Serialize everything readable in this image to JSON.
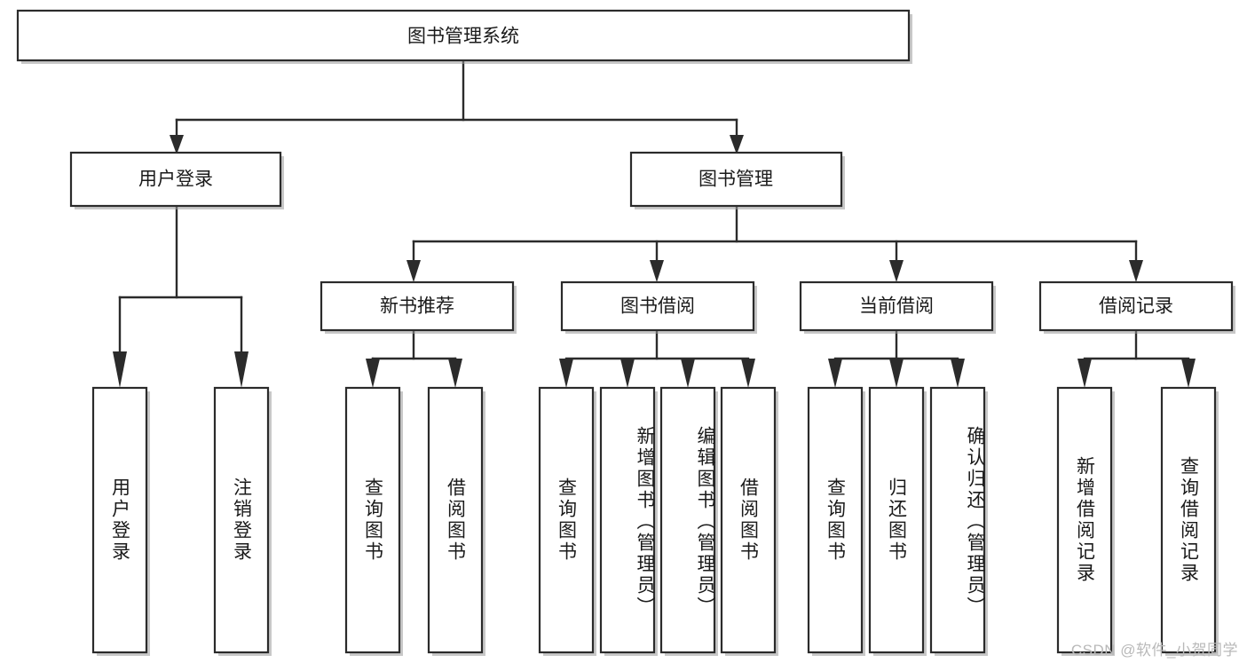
{
  "diagram": {
    "type": "tree",
    "title": "图书管理系统",
    "orientation": "top-down",
    "levels": 4,
    "watermark": "CSDN @软件_小贺同学",
    "colors": {
      "box_fill": "#ffffff",
      "box_stroke": "#2b2b2b",
      "text": "#1a1a1a",
      "background": "#ffffff",
      "watermark": "#b9b9b9"
    },
    "root": {
      "label": "图书管理系统"
    },
    "level2": [
      {
        "id": "user-login",
        "label": "用户登录"
      },
      {
        "id": "book-management",
        "label": "图书管理"
      }
    ],
    "level3": [
      {
        "id": "new-book-recommend",
        "label": "新书推荐",
        "parent": "book-management"
      },
      {
        "id": "book-borrow",
        "label": "图书借阅",
        "parent": "book-management"
      },
      {
        "id": "current-borrow",
        "label": "当前借阅",
        "parent": "book-management"
      },
      {
        "id": "borrow-record",
        "label": "借阅记录",
        "parent": "book-management"
      }
    ],
    "leaves": {
      "user-login": [
        {
          "id": "leaf-user-login",
          "label": "用户登录"
        },
        {
          "id": "leaf-user-logout",
          "label": "注销登录"
        }
      ],
      "new-book-recommend": [
        {
          "id": "leaf-query-book-1",
          "label": "查询图书"
        },
        {
          "id": "leaf-borrow-book-1",
          "label": "借阅图书"
        }
      ],
      "book-borrow": [
        {
          "id": "leaf-query-book-2",
          "label": "查询图书"
        },
        {
          "id": "leaf-add-book",
          "label": "新增图书（管理员）"
        },
        {
          "id": "leaf-edit-book",
          "label": "编辑图书（管理员）"
        },
        {
          "id": "leaf-borrow-book-2",
          "label": "借阅图书"
        }
      ],
      "current-borrow": [
        {
          "id": "leaf-query-book-3",
          "label": "查询图书"
        },
        {
          "id": "leaf-return-book",
          "label": "归还图书"
        },
        {
          "id": "leaf-confirm-return",
          "label": "确认归还（管理员）"
        }
      ],
      "borrow-record": [
        {
          "id": "leaf-add-record",
          "label": "新增借阅记录"
        },
        {
          "id": "leaf-query-record",
          "label": "查询借阅记录"
        }
      ]
    }
  }
}
